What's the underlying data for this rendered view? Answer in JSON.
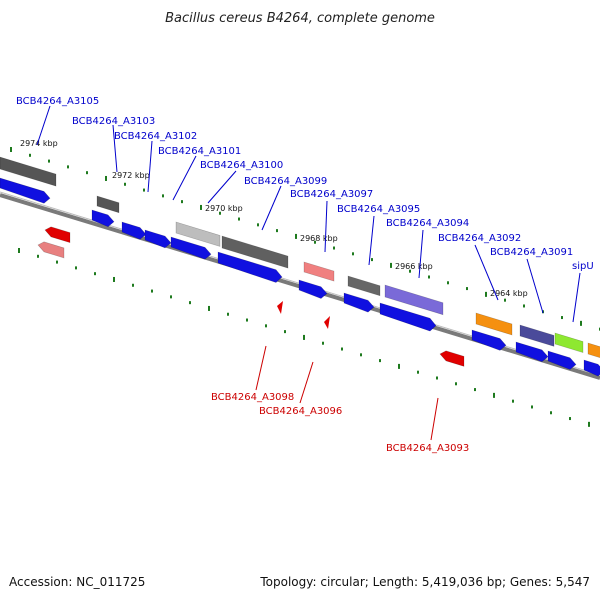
{
  "title": "Bacillus cereus B4264, complete genome",
  "footer": {
    "accession": "Accession: NC_011725",
    "summary": "Topology: circular; Length: 5,419,036 bp; Genes: 5,547"
  },
  "colors": {
    "label_forward": "#0000cc",
    "label_reverse": "#cc0000",
    "backbone": "#7a7a7a",
    "tick": "#1e7a1e",
    "cds_forward": "#1010e0",
    "cds_reverse": "#e00000"
  },
  "kbp_marks": [
    "2974 kbp",
    "2972 kbp",
    "2970 kbp",
    "2968 kbp",
    "2966 kbp",
    "2964 kbp"
  ],
  "gene_labels_forward": [
    "BCB4264_A3105",
    "BCB4264_A3103",
    "BCB4264_A3102",
    "BCB4264_A3101",
    "BCB4264_A3100",
    "BCB4264_A3099",
    "BCB4264_A3097",
    "BCB4264_A3095",
    "BCB4264_A3094",
    "BCB4264_A3092",
    "BCB4264_A3091",
    "sipU"
  ],
  "gene_labels_reverse": [
    "BCB4264_A3098",
    "BCB4264_A3096",
    "BCB4264_A3093"
  ]
}
